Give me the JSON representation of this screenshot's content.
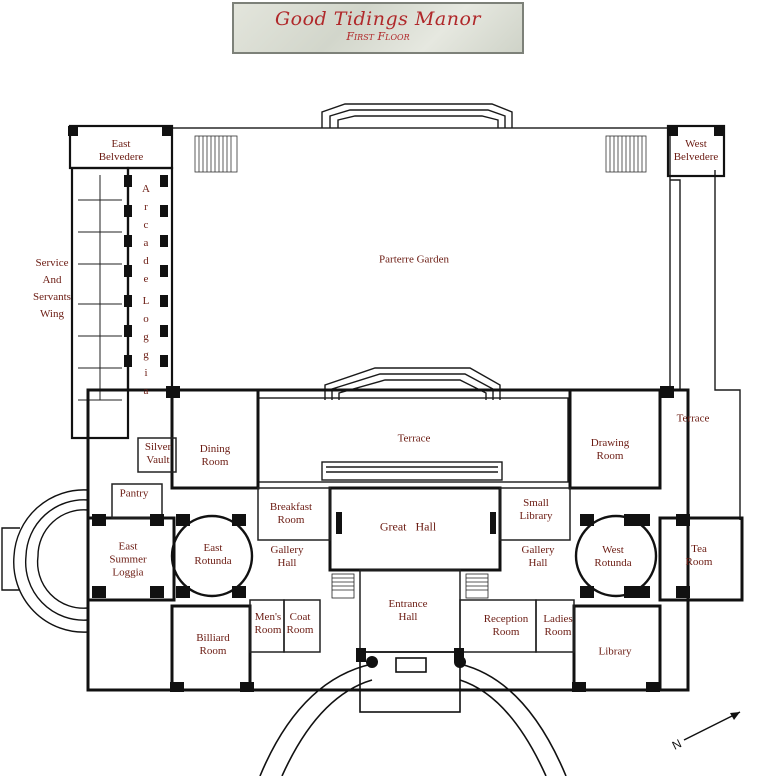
{
  "title": "Good Tidings Manor",
  "subtitle": "First Floor",
  "compass_label": "N",
  "rooms": {
    "east_belvedere": "East\nBelvedere",
    "west_belvedere": "West\nBelvedere",
    "arcade": "Arcade",
    "loggia": "Loggia",
    "service_wing": "Service\nAnd\nServants\nWing",
    "parterre_garden": "Parterre Garden",
    "terrace_center": "Terrace",
    "terrace_east": "Terrace",
    "silver_vault": "Silver\nVault",
    "dining_room": "Dining\nRoom",
    "drawing_room": "Drawing\nRoom",
    "pantry": "Pantry",
    "breakfast_room": "Breakfast\nRoom",
    "great_hall": "Great   Hall",
    "small_library": "Small\nLibrary",
    "east_summer_loggia": "East\nSummer\nLoggia",
    "east_rotunda": "East\nRotunda",
    "gallery_hall_east": "Gallery\nHall",
    "gallery_hall_west": "Gallery\nHall",
    "west_rotunda": "West\nRotunda",
    "tea_room": "Tea\nRoom",
    "mens_room": "Men's\nRoom",
    "coat_room": "Coat\nRoom",
    "entrance_hall": "Entrance\nHall",
    "reception_room": "Reception\nRoom",
    "ladies_room": "Ladies\nRoom",
    "billiard_room": "Billiard\nRoom",
    "library": "Library"
  }
}
